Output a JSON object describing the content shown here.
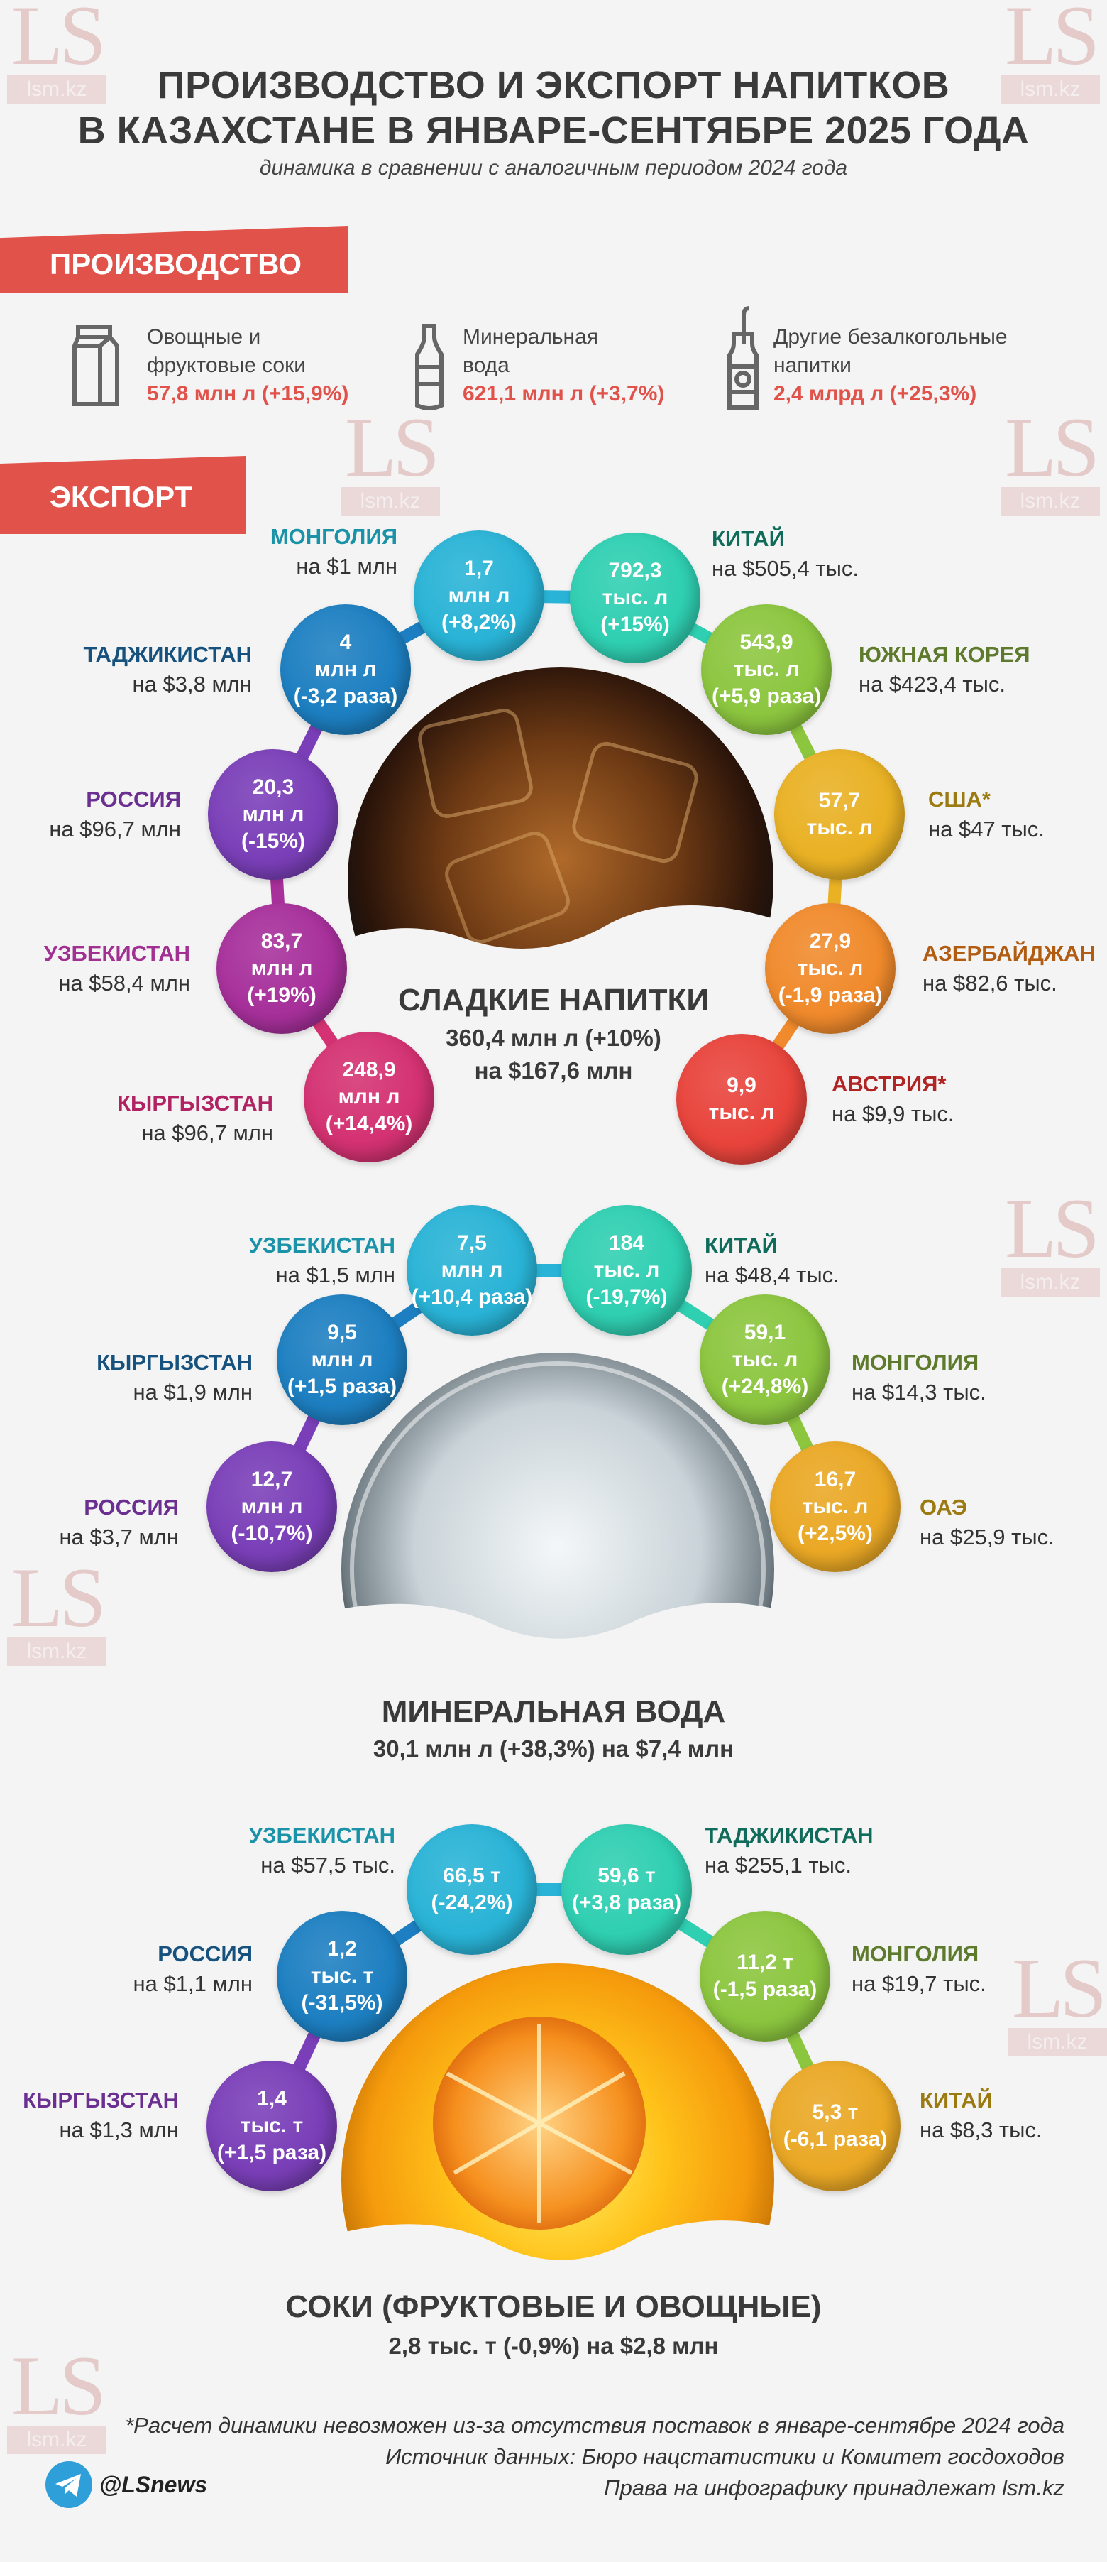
{
  "watermark": {
    "logo": "LS",
    "site": "lsm.kz"
  },
  "header": {
    "title_line1": "ПРОИЗВОДСТВО И ЭКСПОРТ НАПИТКОВ",
    "title_line2": "В КАЗАХСТАНЕ В ЯНВАРЕ-СЕНТЯБРЕ 2025 ГОДА",
    "subtitle": "динамика в сравнении с аналогичным периодом 2024 года"
  },
  "production": {
    "banner": "ПРОИЗВОДСТВО",
    "items": [
      {
        "icon": "juice-carton-icon",
        "line1": "Овощные и",
        "line2": "фруктовые соки",
        "value": "57,8 млн л (+15,9%)"
      },
      {
        "icon": "water-bottle-icon",
        "line1": "Минеральная",
        "line2": "вода",
        "value": "621,1 млн л (+3,7%)"
      },
      {
        "icon": "soda-bottle-icon",
        "line1": "Другие безалкогольные",
        "line2": "напитки",
        "value": "2,4 млрд л (+25,3%)"
      }
    ]
  },
  "export": {
    "banner": "ЭКСПОРТ",
    "sections": [
      {
        "title": "СЛАДКИЕ НАПИТКИ",
        "line1": "360,4 млн л (+10%)",
        "line2": "на $167,6 млн",
        "image": "cola-glass",
        "countries": [
          {
            "country": "МОНГОЛИЯ",
            "amount": "на $1 млн",
            "value": [
              "1,7",
              "млн л",
              "(+8,2%)"
            ],
            "color": "#29b3d6",
            "label_color": "#1a93a8"
          },
          {
            "country": "КИТАЙ",
            "amount": "на $505,4 тыс.",
            "value": [
              "792,3",
              "тыс. л",
              "(+15%)"
            ],
            "color": "#2fcfb2",
            "label_color": "#0f6b5a"
          },
          {
            "country": "ТАДЖИКИСТАН",
            "amount": "на $3,8 млн",
            "value": [
              "4",
              "млн л",
              "(-3,2 раза)"
            ],
            "color": "#1d7fc1",
            "label_color": "#17527e"
          },
          {
            "country": "ЮЖНАЯ КОРЕЯ",
            "amount": "на $423,4 тыс.",
            "value": [
              "543,9",
              "тыс. л",
              "(+5,9 раза)"
            ],
            "color": "#8cc63f",
            "label_color": "#5e7a2c"
          },
          {
            "country": "РОССИЯ",
            "amount": "на $96,7 млн",
            "value": [
              "20,3",
              "млн л",
              "(-15%)"
            ],
            "color": "#7a3fb8",
            "label_color": "#6b2f92"
          },
          {
            "country": "США*",
            "amount": "на $47 тыс.",
            "value": [
              "57,7",
              "тыс. л"
            ],
            "color": "#e9b124",
            "label_color": "#9c7a12"
          },
          {
            "country": "УЗБЕКИСТАН",
            "amount": "на $58,4 млн",
            "value": [
              "83,7",
              "млн л",
              "(+19%)"
            ],
            "color": "#a7309b",
            "label_color": "#a23092"
          },
          {
            "country": "АЗЕРБАЙДЖАН",
            "amount": "на $82,6 тыс.",
            "value": [
              "27,9",
              "тыс. л",
              "(-1,9 раза)"
            ],
            "color": "#f08a2c",
            "label_color": "#b25c12"
          },
          {
            "country": "КЫРГЫЗСТАН",
            "amount": "на $96,7 млн",
            "value": [
              "248,9",
              "млн л",
              "(+14,4%)"
            ],
            "color": "#d43272",
            "label_color": "#b02262"
          },
          {
            "country": "АВСТРИЯ*",
            "amount": "на $9,9 тыс.",
            "value": [
              "9,9",
              "тыс. л"
            ],
            "color": "#e8443c",
            "label_color": "#b02424"
          }
        ]
      },
      {
        "title": "МИНЕРАЛЬНАЯ ВОДА",
        "line1": "30,1 млн л (+38,3%) на $7,4 млн",
        "image": "sparkling-water-glass",
        "countries": [
          {
            "country": "УЗБЕКИСТАН",
            "amount": "на $1,5 млн",
            "value": [
              "7,5",
              "млн л",
              "(+10,4 раза)"
            ],
            "color": "#29b3d6",
            "label_color": "#1a93a8"
          },
          {
            "country": "КИТАЙ",
            "amount": "на $48,4 тыс.",
            "value": [
              "184",
              "тыс. л",
              "(-19,7%)"
            ],
            "color": "#2fcfb2",
            "label_color": "#0f6b5a"
          },
          {
            "country": "КЫРГЫЗСТАН",
            "amount": "на $1,9 млн",
            "value": [
              "9,5",
              "млн л",
              "(+1,5 раза)"
            ],
            "color": "#1d7fc1",
            "label_color": "#17527e"
          },
          {
            "country": "МОНГОЛИЯ",
            "amount": "на $14,3 тыс.",
            "value": [
              "59,1",
              "тыс. л",
              "(+24,8%)"
            ],
            "color": "#8cc63f",
            "label_color": "#5e7a2c"
          },
          {
            "country": "РОССИЯ",
            "amount": "на $3,7 млн",
            "value": [
              "12,7",
              "млн л",
              "(-10,7%)"
            ],
            "color": "#7a3fb8",
            "label_color": "#6b2f92"
          },
          {
            "country": "ОАЭ",
            "amount": "на $25,9 тыс.",
            "value": [
              "16,7",
              "тыс. л",
              "(+2,5%)"
            ],
            "color": "#eaa825",
            "label_color": "#9c7a12"
          }
        ]
      },
      {
        "title": "СОКИ (ФРУКТОВЫЕ И ОВОЩНЫЕ)",
        "line1": "2,8 тыс. т (-0,9%) на $2,8 млн",
        "image": "orange-juice-glass",
        "countries": [
          {
            "country": "УЗБЕКИСТАН",
            "amount": "на $57,5 тыс.",
            "value": [
              "66,5 т",
              "(-24,2%)"
            ],
            "color": "#29b3d6",
            "label_color": "#1a93a8"
          },
          {
            "country": "ТАДЖИКИСТАН",
            "amount": "на $255,1 тыс.",
            "value": [
              "59,6 т",
              "(+3,8 раза)"
            ],
            "color": "#2fcfb2",
            "label_color": "#0f6b5a"
          },
          {
            "country": "РОССИЯ",
            "amount": "на $1,1 млн",
            "value": [
              "1,2",
              "тыс. т",
              "(-31,5%)"
            ],
            "color": "#1d7fc1",
            "label_color": "#17527e"
          },
          {
            "country": "МОНГОЛИЯ",
            "amount": "на $19,7 тыс.",
            "value": [
              "11,2 т",
              "(-1,5 раза)"
            ],
            "color": "#8cc63f",
            "label_color": "#5e7a2c"
          },
          {
            "country": "КЫРГЫЗСТАН",
            "amount": "на $1,3 млн",
            "value": [
              "1,4",
              "тыс. т",
              "(+1,5 раза)"
            ],
            "color": "#7a3fb8",
            "label_color": "#6b2f92"
          },
          {
            "country": "КИТАЙ",
            "amount": "на $8,3 тыс.",
            "value": [
              "5,3 т",
              "(-6,1 раза)"
            ],
            "color": "#eaa825",
            "label_color": "#9c7a12"
          }
        ]
      }
    ]
  },
  "footer": {
    "note": "*Расчет динамики невозможен из-за отсутствия поставок в январе-сентябре 2024 года",
    "source": "Источник данных: Бюро нацстатистики и Комитет госдоходов",
    "rights": "Права на инфографику принадлежат lsm.kz",
    "telegram": "@LSnews"
  }
}
